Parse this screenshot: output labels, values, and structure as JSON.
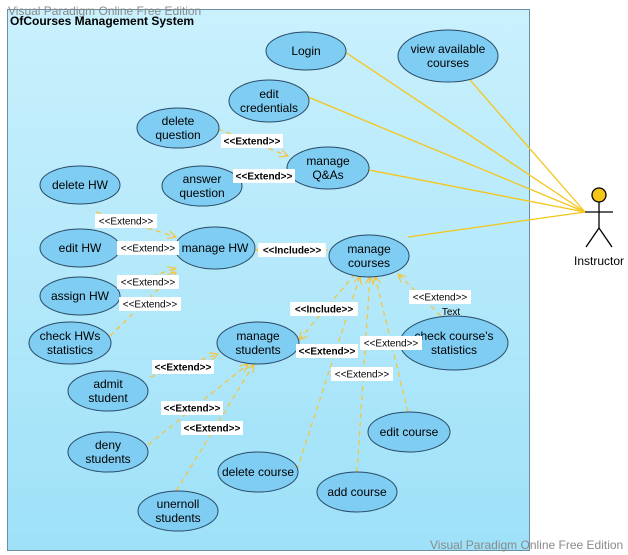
{
  "watermark": "Visual Paradigm Online Free Edition",
  "system_title": "OfCourses Management System",
  "actor": {
    "name": "Instructor"
  },
  "use_cases": {
    "login": [
      "Login"
    ],
    "view_courses": [
      "view available",
      "courses"
    ],
    "edit_credentials": [
      "edit",
      "credentials"
    ],
    "delete_question": [
      "delete",
      "question"
    ],
    "manage_qa": [
      "manage",
      "Q&As"
    ],
    "answer_question": [
      "answer",
      "question"
    ],
    "delete_hw": [
      "delete HW"
    ],
    "edit_hw": [
      "edit HW"
    ],
    "manage_hw": [
      "manage HW"
    ],
    "manage_courses": [
      "manage",
      "courses"
    ],
    "assign_hw": [
      "assign HW"
    ],
    "check_hw_stats": [
      "check HWs",
      "statistics"
    ],
    "manage_students": [
      "manage",
      "students"
    ],
    "check_course_stats": [
      "check course's",
      "statistics"
    ],
    "admit_student": [
      "admit",
      "student"
    ],
    "deny_students": [
      "deny",
      "students"
    ],
    "unenroll_students": [
      "unernoll",
      "students"
    ],
    "delete_course": [
      "delete course"
    ],
    "add_course": [
      "add course"
    ],
    "edit_course": [
      "edit course"
    ]
  },
  "stereotypes": {
    "extend": "<<Extend>>",
    "include": "<<Include>>"
  },
  "extra_text": "Text",
  "colors": {
    "use_case_fill": "#7fcdf2",
    "use_case_stroke": "#2a4a66",
    "association_line": "#f5c518",
    "dependency_line": "#f5c542",
    "actor_head": "#f5c518",
    "boundary_top": "#c9f0fd",
    "boundary_bottom": "#9ee1f8"
  }
}
